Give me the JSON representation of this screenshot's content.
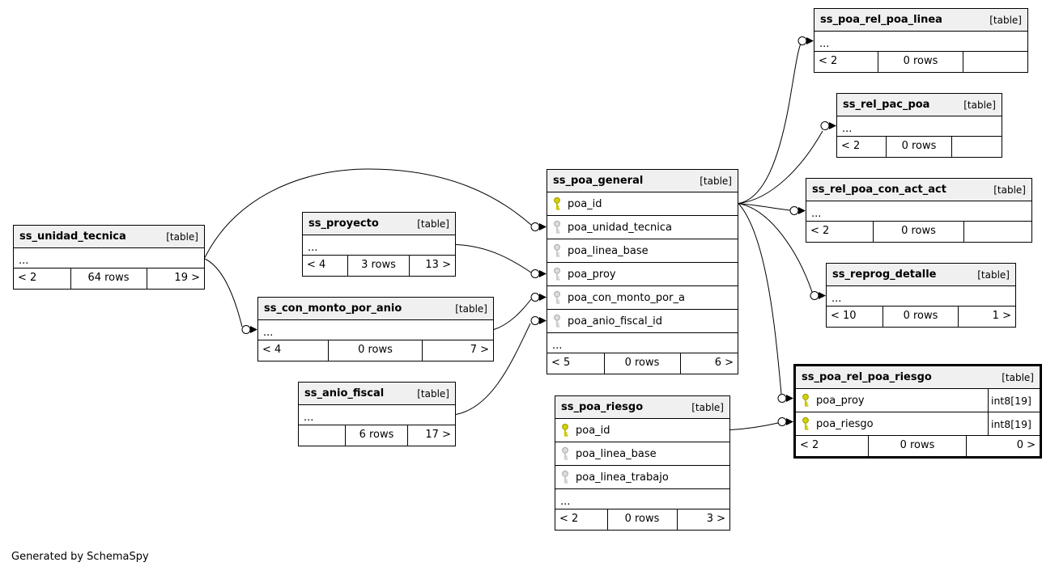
{
  "diagram": {
    "generated_by": "Generated by SchemaSpy",
    "colors": {
      "primary_key_icon": "#d2d200",
      "foreign_key_icon": "#dcdcdc",
      "header_bg": "#f0f0f0",
      "border": "#000000",
      "background": "#ffffff"
    }
  },
  "tables": [
    {
      "name": "ss_unidad_tecnica",
      "tag": "[table]",
      "ellipsis": "...",
      "footer": {
        "left": "< 2",
        "center": "64 rows",
        "right": "19 >"
      }
    },
    {
      "name": "ss_proyecto",
      "tag": "[table]",
      "ellipsis": "...",
      "footer": {
        "left": "< 4",
        "center": "3 rows",
        "right": "13 >"
      }
    },
    {
      "name": "ss_con_monto_por_anio",
      "tag": "[table]",
      "ellipsis": "...",
      "footer": {
        "left": "< 4",
        "center": "0 rows",
        "right": "7 >"
      }
    },
    {
      "name": "ss_anio_fiscal",
      "tag": "[table]",
      "ellipsis": "...",
      "footer": {
        "left": "",
        "center": "6 rows",
        "right": "17 >"
      }
    },
    {
      "name": "ss_poa_general",
      "tag": "[table]",
      "ellipsis": "...",
      "columns": [
        {
          "name": "poa_id",
          "key": "pk"
        },
        {
          "name": "poa_unidad_tecnica",
          "key": "fk"
        },
        {
          "name": "poa_linea_base",
          "key": "fk"
        },
        {
          "name": "poa_proy",
          "key": "fk"
        },
        {
          "name": "poa_con_monto_por_a",
          "key": "fk"
        },
        {
          "name": "poa_anio_fiscal_id",
          "key": "fk"
        }
      ],
      "footer": {
        "left": "< 5",
        "center": "0 rows",
        "right": "6 >"
      }
    },
    {
      "name": "ss_poa_riesgo",
      "tag": "[table]",
      "ellipsis": "...",
      "columns": [
        {
          "name": "poa_id",
          "key": "pk"
        },
        {
          "name": "poa_linea_base",
          "key": "fk"
        },
        {
          "name": "poa_linea_trabajo",
          "key": "fk"
        }
      ],
      "footer": {
        "left": "< 2",
        "center": "0 rows",
        "right": "3 >"
      }
    },
    {
      "name": "ss_poa_rel_poa_linea",
      "tag": "[table]",
      "ellipsis": "...",
      "footer": {
        "left": "< 2",
        "center": "0 rows",
        "right": ""
      }
    },
    {
      "name": "ss_rel_pac_poa",
      "tag": "[table]",
      "ellipsis": "...",
      "footer": {
        "left": "< 2",
        "center": "0 rows",
        "right": ""
      }
    },
    {
      "name": "ss_rel_poa_con_act_act",
      "tag": "[table]",
      "ellipsis": "...",
      "footer": {
        "left": "< 2",
        "center": "0 rows",
        "right": ""
      }
    },
    {
      "name": "ss_reprog_detalle",
      "tag": "[table]",
      "ellipsis": "...",
      "footer": {
        "left": "< 10",
        "center": "0 rows",
        "right": "1 >"
      }
    },
    {
      "name": "ss_poa_rel_poa_riesgo",
      "tag": "[table]",
      "columns": [
        {
          "name": "poa_proy",
          "key": "pk",
          "type": "int8[19]"
        },
        {
          "name": "poa_riesgo",
          "key": "pk",
          "type": "int8[19]"
        }
      ],
      "footer": {
        "left": "< 2",
        "center": "0 rows",
        "right": "0 >"
      }
    }
  ],
  "relationships": [
    {
      "from": "ss_unidad_tecnica",
      "to": "ss_poa_general",
      "to_column": "poa_unidad_tecnica"
    },
    {
      "from": "ss_unidad_tecnica",
      "to": "ss_con_monto_por_anio"
    },
    {
      "from": "ss_proyecto",
      "to": "ss_poa_general",
      "to_column": "poa_proy"
    },
    {
      "from": "ss_con_monto_por_anio",
      "to": "ss_poa_general",
      "to_column": "poa_con_monto_por_a"
    },
    {
      "from": "ss_anio_fiscal",
      "to": "ss_poa_general",
      "to_column": "poa_anio_fiscal_id"
    },
    {
      "from": "ss_poa_general",
      "from_column": "poa_id",
      "to": "ss_poa_rel_poa_linea"
    },
    {
      "from": "ss_poa_general",
      "from_column": "poa_id",
      "to": "ss_rel_pac_poa"
    },
    {
      "from": "ss_poa_general",
      "from_column": "poa_id",
      "to": "ss_rel_poa_con_act_act"
    },
    {
      "from": "ss_poa_general",
      "from_column": "poa_id",
      "to": "ss_reprog_detalle"
    },
    {
      "from": "ss_poa_general",
      "from_column": "poa_id",
      "to": "ss_poa_rel_poa_riesgo",
      "to_column": "poa_proy"
    },
    {
      "from": "ss_poa_riesgo",
      "from_column": "poa_id",
      "to": "ss_poa_rel_poa_riesgo",
      "to_column": "poa_riesgo"
    }
  ]
}
